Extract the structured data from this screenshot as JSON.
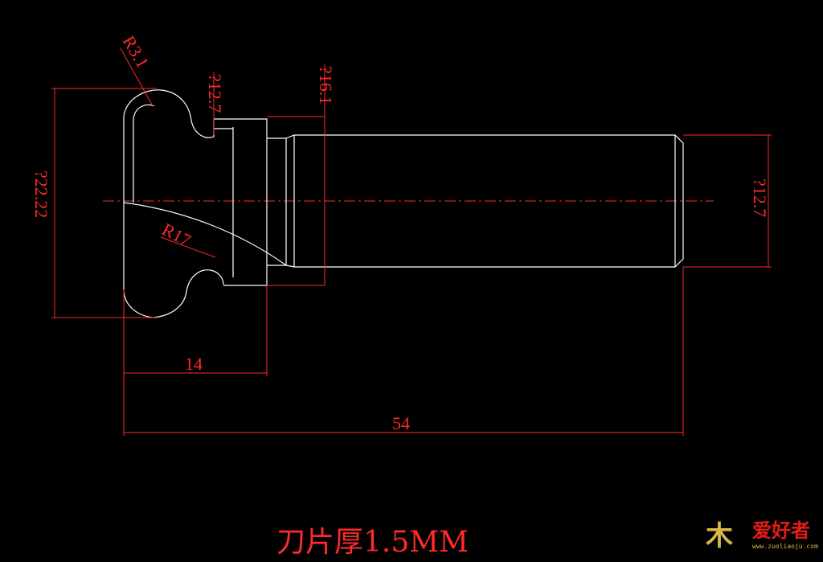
{
  "drawing": {
    "dimensions": {
      "radius_top": "R3.1",
      "radius_cut": "R17",
      "dia_neck": "?12.7",
      "dia_collar": "?16.1",
      "dia_shank": "?12.7",
      "dia_cutter": "?22.22",
      "length_head": "14",
      "length_total": "54"
    },
    "caption": "刀片厚1.5MM",
    "colors": {
      "background": "#000000",
      "outline": "#ffffff",
      "dimension": "#ff2a2a"
    }
  },
  "watermark": {
    "mark": "木",
    "name": "爱好者",
    "url": "www.zuoliaoju.com"
  }
}
